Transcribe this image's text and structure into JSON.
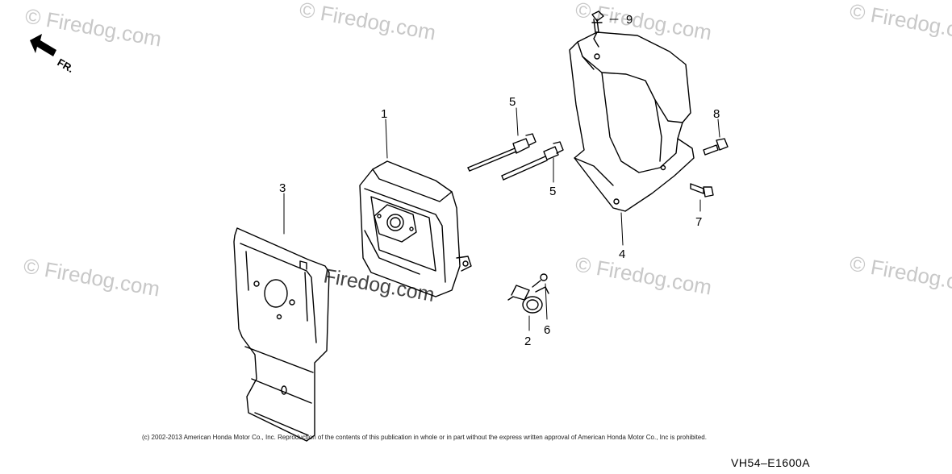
{
  "watermark": "© Firedog.com",
  "center_watermark": "Firedog.com",
  "direction_label": "FR.",
  "copyright": "(c) 2002-2013 American Honda Motor Co., Inc. Reproduction of the contents of this publication in whole or in part without the express written approval of American Honda Motor Co., Inc is prohibited.",
  "diagram_code": "VH54–E1600A",
  "parts": {
    "p1": "1",
    "p2": "2",
    "p3": "3",
    "p4": "4",
    "p5a": "5",
    "p5b": "5",
    "p6": "6",
    "p7": "7",
    "p8": "8",
    "p9": "9"
  }
}
